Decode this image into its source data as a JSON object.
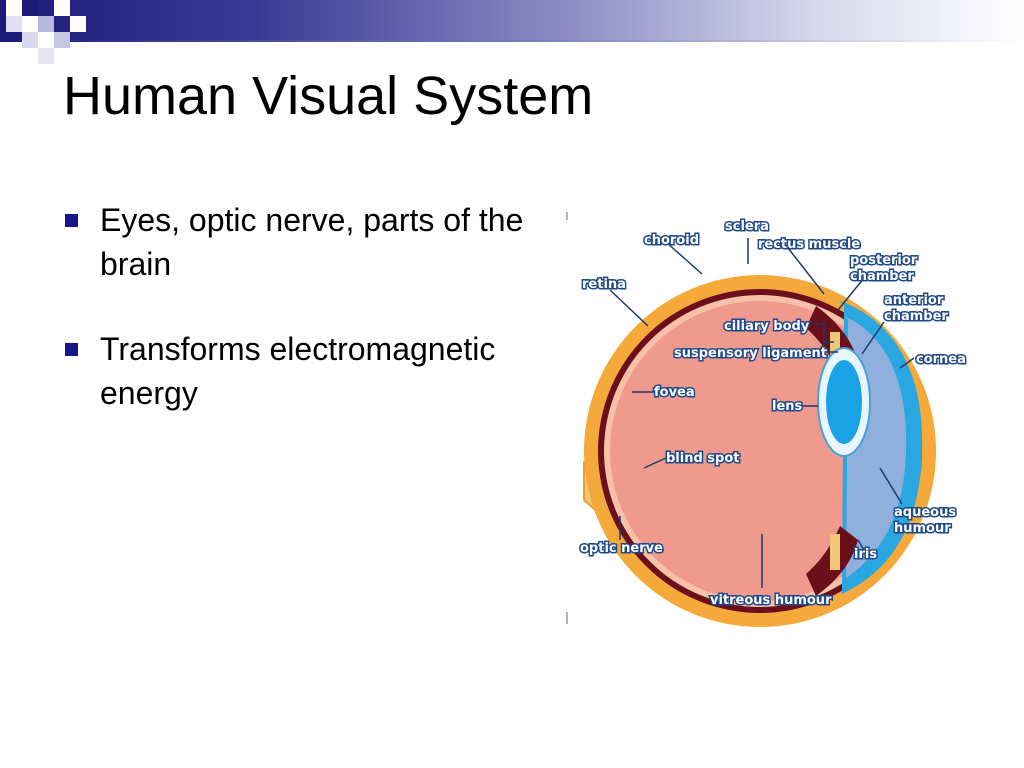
{
  "slide": {
    "title": "Human Visual System",
    "bullets": [
      "Eyes, optic nerve, parts of the brain",
      "Transforms electromagnetic energy"
    ]
  },
  "diagram": {
    "labels": {
      "sclera": "sclera",
      "choroid": "choroid",
      "rectus_muscle": "rectus muscle",
      "posterior_chamber_1": "posterior",
      "posterior_chamber_2": "chamber",
      "retina": "retina",
      "anterior_chamber_1": "anterior",
      "anterior_chamber_2": "chamber",
      "ciliary_body": "ciliary body",
      "suspensory_ligament": "suspensory ligament",
      "cornea": "cornea",
      "fovea": "fovea",
      "lens": "lens",
      "blind_spot": "blind spot",
      "aqueous_humour_1": "aqueous",
      "aqueous_humour_2": "humour",
      "optic_nerve": "optic nerve",
      "iris": "iris",
      "vitreous_humour": "vitreous humour"
    },
    "colors": {
      "label_text": "#ffffff",
      "label_outline": "#1f4a8a",
      "vitreous": "#f09a8e",
      "sclera": "#f4a93a",
      "choroid": "#6b0f1a",
      "cornea": "#2aa6e0",
      "aqueous": "#8fb0dc",
      "lens": "#1aa2e6",
      "optic_nerve": "#f2c777"
    }
  }
}
